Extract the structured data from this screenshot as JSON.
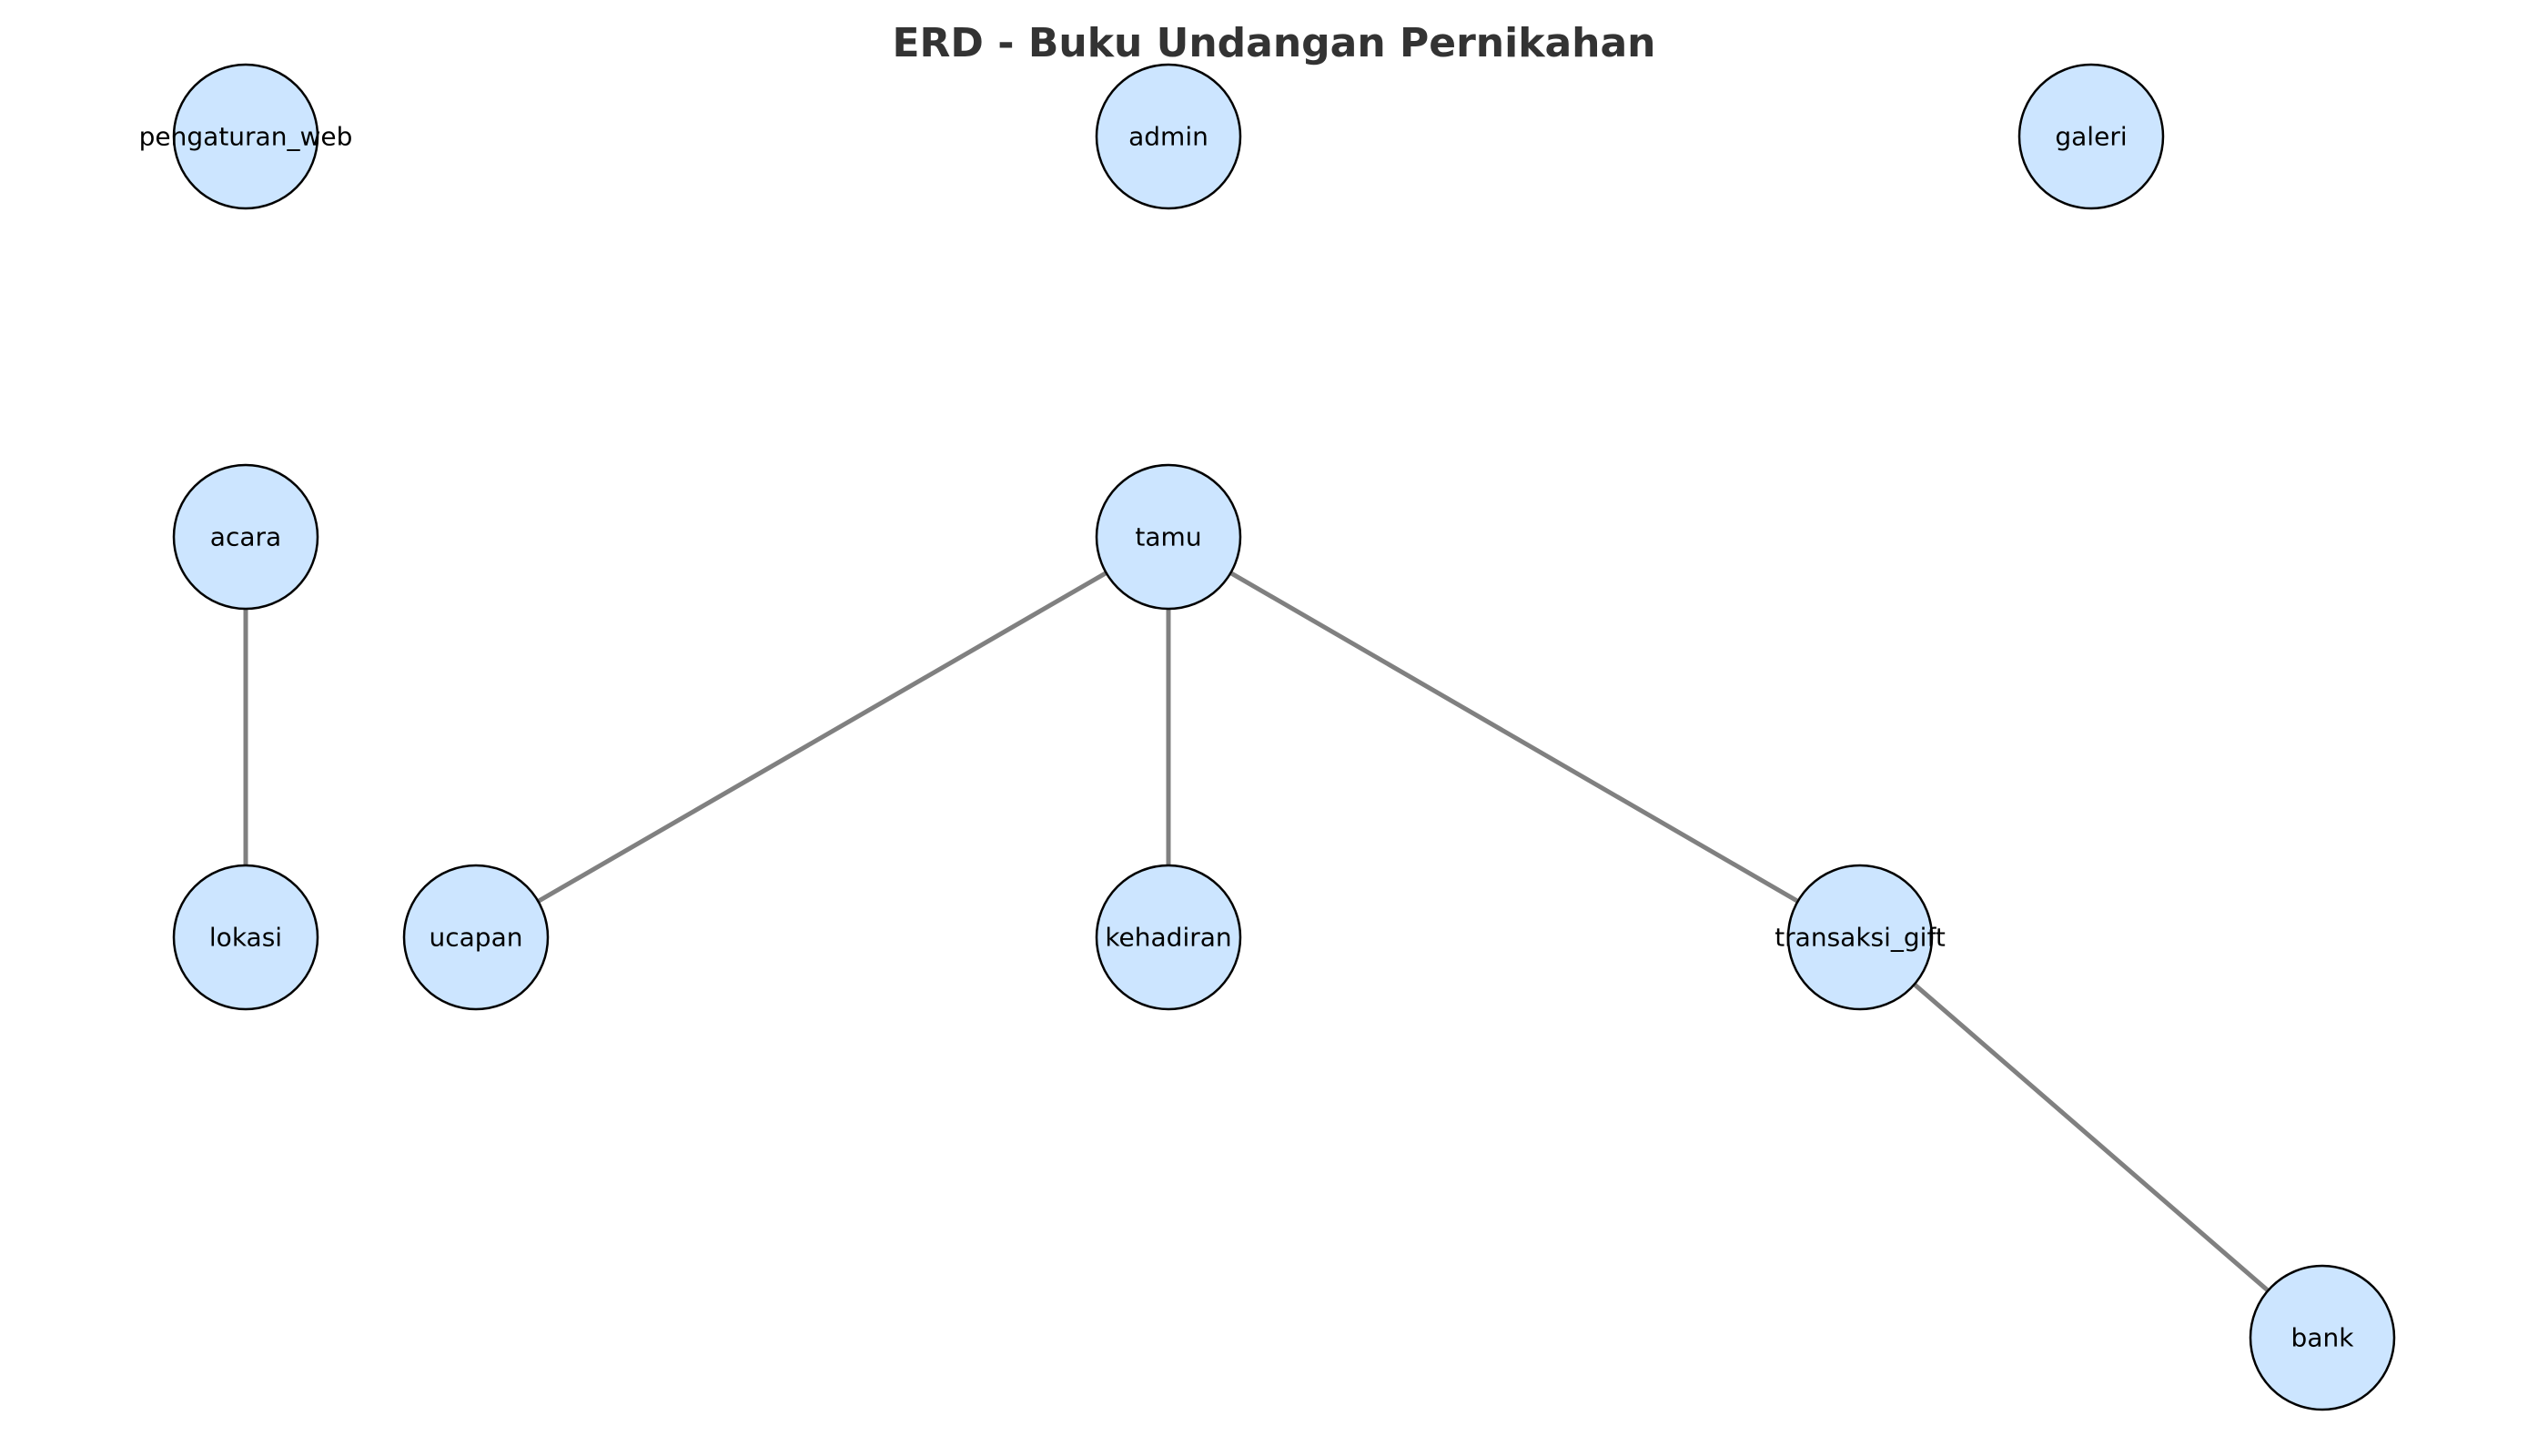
{
  "title": "ERD - Buku Undangan Pernikahan",
  "colors": {
    "node_fill": "#cce5ff",
    "node_stroke": "#000000",
    "edge": "#808080",
    "title": "#333333"
  },
  "nodes": [
    {
      "id": "pengaturan_web",
      "label": "pengaturan_web"
    },
    {
      "id": "admin",
      "label": "admin"
    },
    {
      "id": "galeri",
      "label": "galeri"
    },
    {
      "id": "acara",
      "label": "acara"
    },
    {
      "id": "tamu",
      "label": "tamu"
    },
    {
      "id": "lokasi",
      "label": "lokasi"
    },
    {
      "id": "ucapan",
      "label": "ucapan"
    },
    {
      "id": "kehadiran",
      "label": "kehadiran"
    },
    {
      "id": "transaksi_gift",
      "label": "transaksi_gift"
    },
    {
      "id": "bank",
      "label": "bank"
    }
  ],
  "edges": [
    {
      "from": "acara",
      "to": "lokasi"
    },
    {
      "from": "tamu",
      "to": "ucapan"
    },
    {
      "from": "tamu",
      "to": "kehadiran"
    },
    {
      "from": "tamu",
      "to": "transaksi_gift"
    },
    {
      "from": "transaksi_gift",
      "to": "bank"
    }
  ]
}
